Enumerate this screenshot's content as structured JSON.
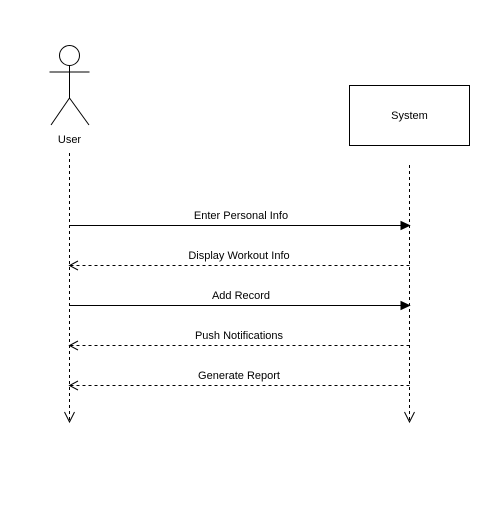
{
  "actor": {
    "name": "User"
  },
  "participant": {
    "name": "System"
  },
  "messages": [
    {
      "label": "Enter Personal Info",
      "direction": "user-to-system",
      "style": "solid"
    },
    {
      "label": "Display Workout Info",
      "direction": "system-to-user",
      "style": "dashed"
    },
    {
      "label": "Add Record",
      "direction": "user-to-system",
      "style": "solid"
    },
    {
      "label": "Push Notifications",
      "direction": "system-to-user",
      "style": "dashed"
    },
    {
      "label": "Generate Report",
      "direction": "system-to-user",
      "style": "dashed"
    }
  ]
}
